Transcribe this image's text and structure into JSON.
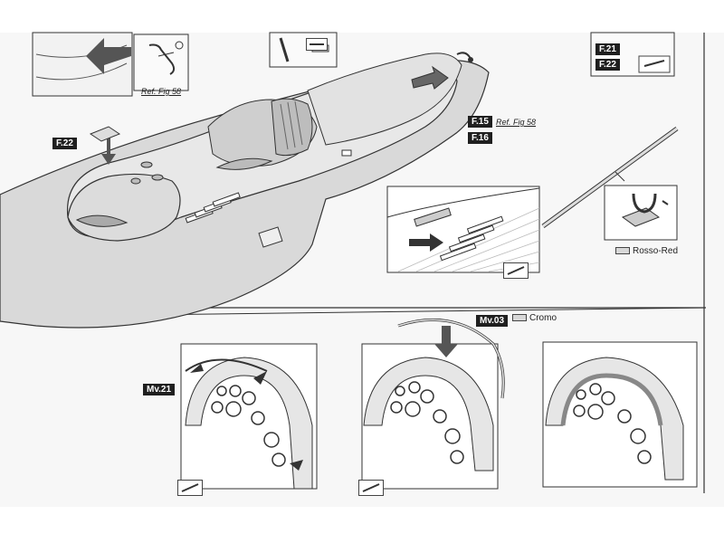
{
  "labels": {
    "f21": "F.21",
    "f22_top": "F.22",
    "f22_left": "F.22",
    "f15": "F.15",
    "f16": "F.16",
    "mv21": "Mv.21",
    "mv03": "Mv.03"
  },
  "refs": {
    "ref_left": "Ref. Fig 58",
    "ref_right": "Ref. Fig 58"
  },
  "colors": {
    "rosso_red": "Rosso-Red",
    "cromo": "Cromo"
  },
  "icons": {
    "tool_icon": "tweezers-icon",
    "arrow_icon": "arrow-icon"
  }
}
